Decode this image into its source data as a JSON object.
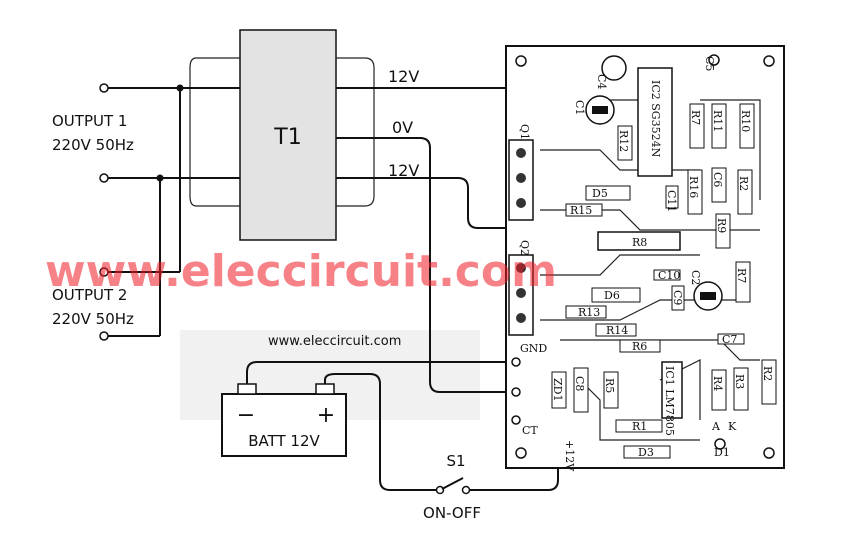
{
  "transformer": {
    "label": "T1",
    "taps": [
      "12V",
      "0V",
      "12V"
    ]
  },
  "outputs": [
    {
      "title": "OUTPUT 1",
      "spec": "220V 50Hz"
    },
    {
      "title": "OUTPUT 2",
      "spec": "220V 50Hz"
    }
  ],
  "battery": {
    "label": "BATT 12V",
    "minus": "−",
    "plus": "+"
  },
  "switch": {
    "name": "S1",
    "label": "ON-OFF"
  },
  "watermark": {
    "main": "www.eleccircuit.com",
    "small": "www.eleccircuit.com"
  },
  "board": {
    "connector_labels": [
      "GND",
      "CT",
      "+12V"
    ],
    "components": [
      "C4",
      "C5",
      "C1",
      "IC2 SG3524N",
      "Q1",
      "R12",
      "R7",
      "R11",
      "R10",
      "C6",
      "R2",
      "R16",
      "R9",
      "R15",
      "D5",
      "C11",
      "R8",
      "Q2",
      "C10",
      "C2",
      "R7",
      "D6",
      "C9",
      "R13",
      "R14",
      "R6",
      "C7",
      "ZD1",
      "C8",
      "R5",
      "IC1 LM7805",
      "R4",
      "R3",
      "R1",
      "R2",
      "D1",
      "D3",
      "A",
      "K"
    ]
  },
  "colors": {
    "watermark": "#ee1c25",
    "ink": "#111111",
    "board": "#ffffff"
  }
}
